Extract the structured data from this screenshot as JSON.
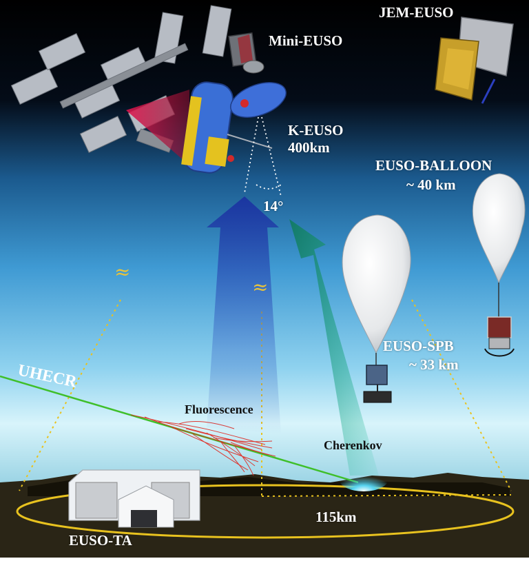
{
  "labels": {
    "jem_euso": "JEM-EUSO",
    "mini_euso": "Mini-EUSO",
    "k_euso": "K-EUSO",
    "k_euso_alt": "400km",
    "angle": "14°",
    "euso_balloon": "EUSO-BALLOON",
    "euso_balloon_alt": "~ 40 km",
    "euso_spb": "EUSO-SPB",
    "euso_spb_alt": "~ 33 km",
    "uhecr": "UHECR",
    "fluorescence": "Fluorescence",
    "cherenkov": "Cherenkov",
    "distance": "115km",
    "euso_ta": "EUSO-TA",
    "approx_symbol": "≈"
  },
  "colors": {
    "sky_top": "#000000",
    "sky_mid": "#2f86c6",
    "sky_low": "#bfe9f7",
    "ground": "#2a2516",
    "ellipse": "#e8c21f",
    "fluor_arrow": "#1e3fa8",
    "cherenkov_arrow": "#1a8f7a",
    "shower": "#e0261e",
    "uhecr_track": "#3fbf2a",
    "cherenkov_glow": "#56d3f0"
  }
}
